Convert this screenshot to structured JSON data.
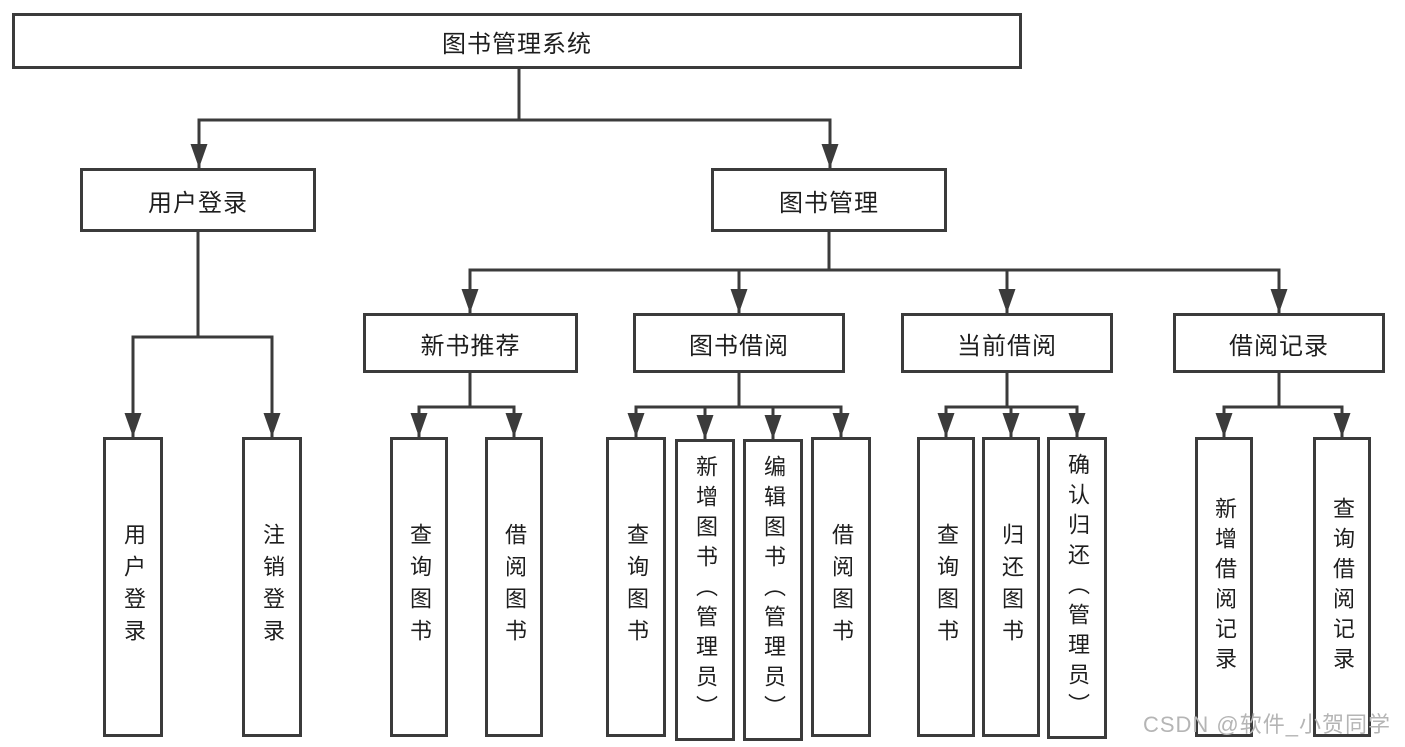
{
  "root": {
    "label": "图书管理系统"
  },
  "branches": {
    "user_login": {
      "label": "用户登录",
      "leaves": [
        {
          "label": "用户登录"
        },
        {
          "label": "注销登录"
        }
      ]
    },
    "book_mgmt": {
      "label": "图书管理",
      "sections": [
        {
          "label": "新书推荐",
          "leaves": [
            {
              "label": "查询图书"
            },
            {
              "label": "借阅图书"
            }
          ]
        },
        {
          "label": "图书借阅",
          "leaves": [
            {
              "label": "查询图书"
            },
            {
              "label": "新增图书（管理员）"
            },
            {
              "label": "编辑图书（管理员）"
            },
            {
              "label": "借阅图书"
            }
          ]
        },
        {
          "label": "当前借阅",
          "leaves": [
            {
              "label": "查询图书"
            },
            {
              "label": "归还图书"
            },
            {
              "label": "确认归还（管理员）"
            }
          ]
        },
        {
          "label": "借阅记录",
          "leaves": [
            {
              "label": "新增借阅记录"
            },
            {
              "label": "查询借阅记录"
            }
          ]
        }
      ]
    }
  },
  "watermark": "CSDN @软件_小贺同学",
  "colors": {
    "line": "#3b3b3b",
    "text": "#1e1e1e",
    "watermark": "#b5b5b5",
    "background": "#ffffff"
  }
}
